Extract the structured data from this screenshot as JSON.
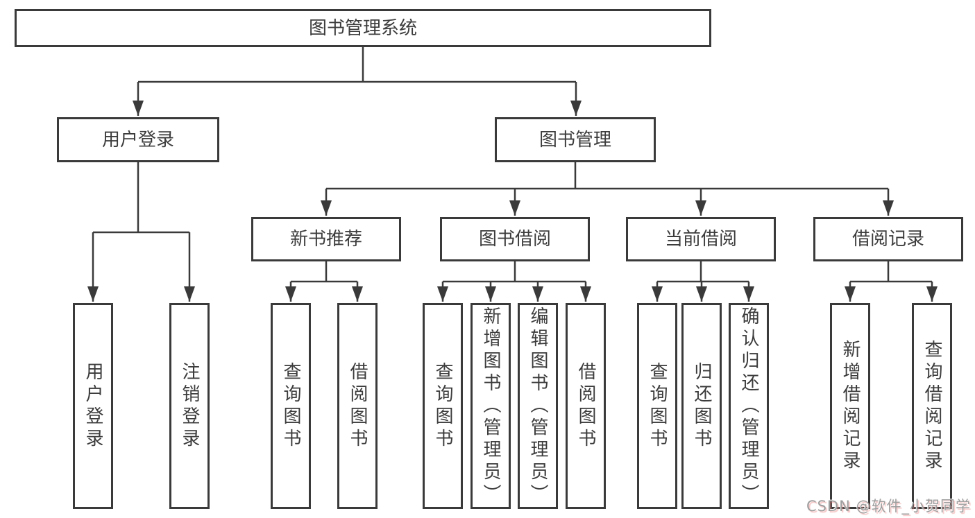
{
  "colors": {
    "line": "#3a3a3a",
    "text": "#3c3c3c",
    "background": "#ffffff",
    "watermark": "#9e9e9e"
  },
  "tree": {
    "root": {
      "label": "图书管理系统"
    },
    "branches": [
      {
        "label": "用户登录",
        "children": [
          {
            "label": "用户登录"
          },
          {
            "label": "注销登录"
          }
        ]
      },
      {
        "label": "图书管理",
        "groups": [
          {
            "label": "新书推荐",
            "children": [
              {
                "label": "查询图书"
              },
              {
                "label": "借阅图书"
              }
            ]
          },
          {
            "label": "图书借阅",
            "children": [
              {
                "label": "查询图书"
              },
              {
                "label": "新增图书（管理员）"
              },
              {
                "label": "编辑图书（管理员）"
              },
              {
                "label": "借阅图书"
              }
            ]
          },
          {
            "label": "当前借阅",
            "children": [
              {
                "label": "查询图书"
              },
              {
                "label": "归还图书"
              },
              {
                "label": "确认归还（管理员）"
              }
            ]
          },
          {
            "label": "借阅记录",
            "children": [
              {
                "label": "新增借阅记录"
              },
              {
                "label": "查询借阅记录"
              }
            ]
          }
        ]
      }
    ]
  },
  "watermark": {
    "text": "CSDN @软件_小贺同学"
  }
}
